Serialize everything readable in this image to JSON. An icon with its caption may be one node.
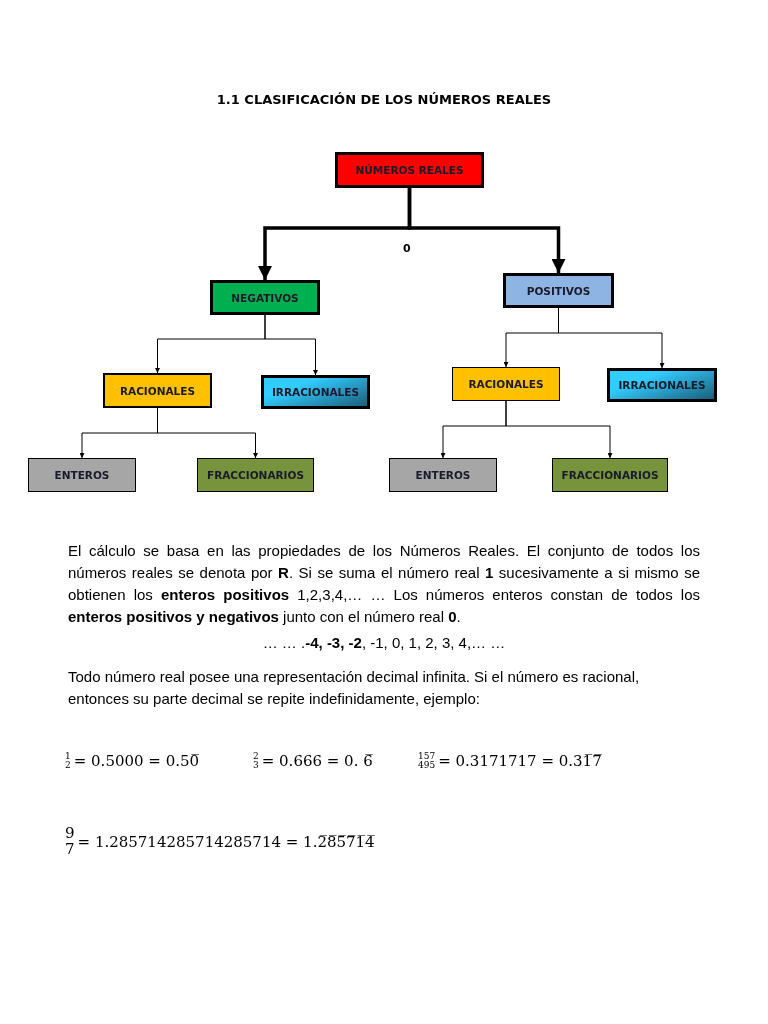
{
  "diagram": {
    "title": "1.1  CLASIFICACIÓN DE LOS NÚMEROS REALES",
    "nodes": [
      {
        "text": [
          "NÚMEROS REALES"
        ]
      },
      {
        "text": [
          "NEGATIVOS"
        ]
      },
      {
        "text": [
          "POSITIVOS"
        ]
      },
      {
        "text": [
          "RACIONALES"
        ]
      },
      {
        "text": [
          "IRRACIONALES"
        ]
      },
      {
        "text": [
          "RACIONALES"
        ]
      },
      {
        "text": [
          "IRRACIONALES"
        ]
      },
      {
        "text": [
          "ENTEROS"
        ]
      },
      {
        "text": [
          "FRACCIONARIOS"
        ]
      },
      {
        "text": [
          "ENTEROS"
        ]
      },
      {
        "text": [
          "FRACCIONARIOS"
        ]
      }
    ],
    "edges": [
      {
        "from": 0,
        "to": 1,
        "arrow": "to",
        "style": "thick"
      },
      {
        "from": 0,
        "to": 2,
        "arrow": "to",
        "style": "thick"
      },
      {
        "from": 1,
        "to": 3,
        "arrow": "to"
      },
      {
        "from": 1,
        "to": 4,
        "arrow": "to"
      },
      {
        "from": 2,
        "to": 5,
        "arrow": "to"
      },
      {
        "from": 2,
        "to": 6,
        "arrow": "to"
      },
      {
        "from": 3,
        "to": 7,
        "arrow": "to"
      },
      {
        "from": 3,
        "to": 8,
        "arrow": "to"
      },
      {
        "from": 5,
        "to": 9,
        "arrow": "to"
      },
      {
        "from": 5,
        "to": 10,
        "arrow": "to"
      }
    ],
    "labels": [
      "0",
      "El cálculo se basa en las propiedades de los Números Reales. El conjunto de todos los números reales se denota por **R**. Si se suma el número real **1** sucesivamente a si mismo se obtienen los **enteros positivos** 1,2,3,4,… … Los números enteros constan de todos los **enteros positivos y negativos** junto con el número real **0**.",
      "… … .**-4, -3, -2**, -1, 0, 1, 2, 3, 4,… …",
      "Todo número real posee una representación decimal infinita. Si el número es racional, entonces su parte decimal se repite indefinidamente, ejemplo:",
      "1",
      "2",
      "= 0.5000 = 0.50̅",
      "2",
      "3",
      "= 0.666 = 0. 6̅",
      "157",
      "495",
      "= 0.3171717 = 0.31̅7̅",
      "9",
      "7",
      "= 1.285714285714285714 = 1.2̅8̅5̅7̅1̅4̅"
    ]
  }
}
